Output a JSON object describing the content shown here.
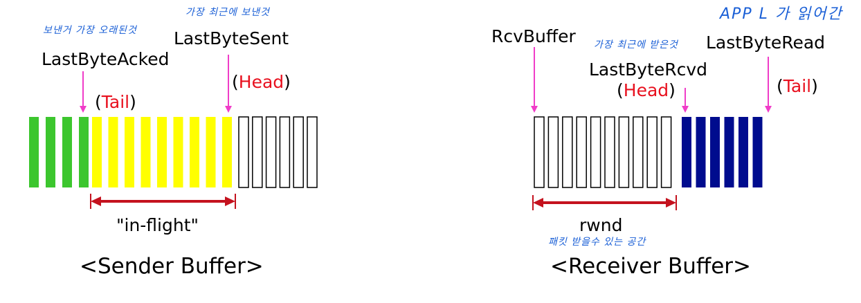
{
  "colors": {
    "acked": "#3cc62e",
    "inflight": "#ffff00",
    "received": "#000c8e",
    "empty_stroke": "#000000",
    "arrow_pointer": "#f03cc8",
    "range_arrow": "#c4121e",
    "paren_red": "#e8101e",
    "note_blue": "#1a5fd6"
  },
  "sender": {
    "title": "<Sender Buffer>",
    "last_byte_acked": "LastByteAcked",
    "last_byte_sent": "LastByteSent",
    "tail_paren_open": "(",
    "tail_word": "Tail",
    "tail_paren_close": ")",
    "head_paren_open": "(",
    "head_word": "Head",
    "head_paren_close": ")",
    "inflight_label": "\"in-flight\"",
    "note_acked": "보낸거 가장 오래된것",
    "note_sent": "가장 최근에 보낸것",
    "cells": {
      "acked": 4,
      "inflight": 9,
      "empty": 6
    }
  },
  "receiver": {
    "title": "<Receiver Buffer>",
    "rcv_buffer": "RcvBuffer",
    "last_byte_rcvd": "LastByteRcvd",
    "last_byte_read": "LastByteRead",
    "head_paren_open": "(",
    "head_word": "Head",
    "head_paren_close": ")",
    "tail_paren_open": "(",
    "tail_word": "Tail",
    "tail_paren_close": ")",
    "rwnd_label": "rwnd",
    "note_rcvd": "가장 최근에 받은것",
    "note_read": "APP L 가 읽어간",
    "note_rwnd": "패킷 받을수 있는 공간",
    "cells": {
      "empty": 10,
      "received": 6
    }
  }
}
